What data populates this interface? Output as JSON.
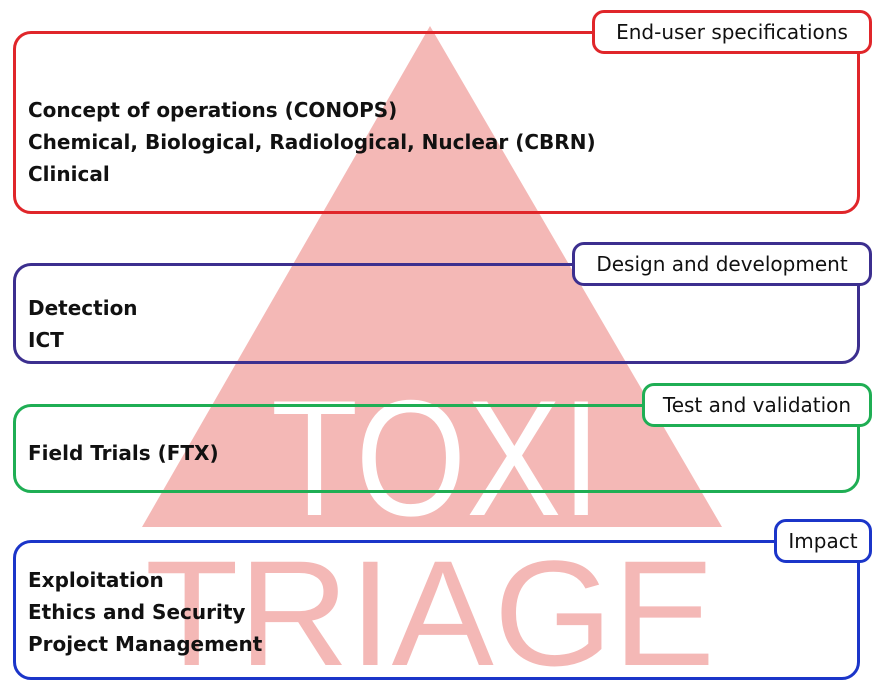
{
  "diagram": {
    "watermark": {
      "line1": "TOXI",
      "line2": "TRIAGE"
    },
    "triangle_color": "#f4b8b6",
    "sections": [
      {
        "id": "end-user",
        "tag": "End-user specifications",
        "color": "#e0262a",
        "items": [
          "Concept of operations (CONOPS)",
          "Chemical, Biological, Radiological, Nuclear (CBRN)",
          "Clinical"
        ]
      },
      {
        "id": "design",
        "tag": "Design and development",
        "color": "#3c2f8f",
        "items": [
          "Detection",
          "ICT"
        ]
      },
      {
        "id": "test",
        "tag": "Test and validation",
        "color": "#1fae54",
        "items": [
          "Field Trials (FTX)"
        ]
      },
      {
        "id": "impact",
        "tag": "Impact",
        "color": "#1b35c9",
        "items": [
          "Exploitation",
          "Ethics and Security",
          "Project Management"
        ]
      }
    ]
  }
}
